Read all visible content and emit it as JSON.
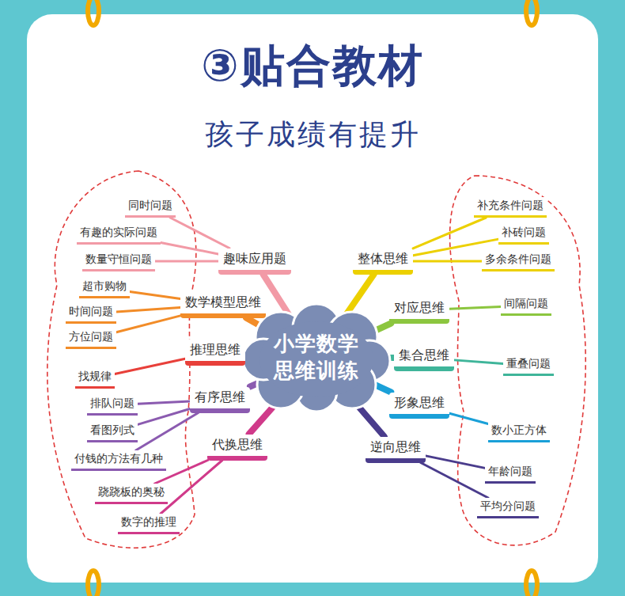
{
  "diagram": {
    "title": "③贴合教材",
    "nodes": [
      {
        "text": [
          "小学数学思维训练"
        ]
      },
      {
        "text": [
          "趣味应用题"
        ]
      },
      {
        "text": [
          "同时问题"
        ]
      },
      {
        "text": [
          "有趣的实际问题"
        ]
      },
      {
        "text": [
          "数量守恒问题"
        ]
      },
      {
        "text": [
          "数学模型思维"
        ]
      },
      {
        "text": [
          "超市购物"
        ]
      },
      {
        "text": [
          "时间问题"
        ]
      },
      {
        "text": [
          "方位问题"
        ]
      },
      {
        "text": [
          "推理思维"
        ]
      },
      {
        "text": [
          "找规律"
        ]
      },
      {
        "text": [
          "有序思维"
        ]
      },
      {
        "text": [
          "排队问题"
        ]
      },
      {
        "text": [
          "看图列式"
        ]
      },
      {
        "text": [
          "付钱的方法有几种"
        ]
      },
      {
        "text": [
          "代换思维"
        ]
      },
      {
        "text": [
          "跷跷板的奥秘"
        ]
      },
      {
        "text": [
          "数字的推理"
        ]
      },
      {
        "text": [
          "整体思维"
        ]
      },
      {
        "text": [
          "补充条件问题"
        ]
      },
      {
        "text": [
          "补砖问题"
        ]
      },
      {
        "text": [
          "多余条件问题"
        ]
      },
      {
        "text": [
          "对应思维"
        ]
      },
      {
        "text": [
          "间隔问题"
        ]
      },
      {
        "text": [
          "集合思维"
        ]
      },
      {
        "text": [
          "重叠问题"
        ]
      },
      {
        "text": [
          "形象思维"
        ]
      },
      {
        "text": [
          "数小正方体"
        ]
      },
      {
        "text": [
          "逆向思维"
        ]
      },
      {
        "text": [
          "年龄问题"
        ]
      },
      {
        "text": [
          "平均分问题"
        ]
      }
    ],
    "edges": [
      {
        "from": 0,
        "to": 1,
        "arrow": "none"
      },
      {
        "from": 1,
        "to": 2,
        "arrow": "none"
      },
      {
        "from": 1,
        "to": 3,
        "arrow": "none"
      },
      {
        "from": 1,
        "to": 4,
        "arrow": "none"
      },
      {
        "from": 0,
        "to": 5,
        "arrow": "none"
      },
      {
        "from": 5,
        "to": 6,
        "arrow": "none"
      },
      {
        "from": 5,
        "to": 7,
        "arrow": "none"
      },
      {
        "from": 5,
        "to": 8,
        "arrow": "none"
      },
      {
        "from": 0,
        "to": 9,
        "arrow": "none"
      },
      {
        "from": 9,
        "to": 10,
        "arrow": "none"
      },
      {
        "from": 0,
        "to": 11,
        "arrow": "none"
      },
      {
        "from": 11,
        "to": 12,
        "arrow": "none"
      },
      {
        "from": 11,
        "to": 13,
        "arrow": "none"
      },
      {
        "from": 11,
        "to": 14,
        "arrow": "none"
      },
      {
        "from": 0,
        "to": 15,
        "arrow": "none"
      },
      {
        "from": 15,
        "to": 16,
        "arrow": "none"
      },
      {
        "from": 15,
        "to": 17,
        "arrow": "none"
      },
      {
        "from": 0,
        "to": 18,
        "arrow": "none"
      },
      {
        "from": 18,
        "to": 19,
        "arrow": "none"
      },
      {
        "from": 18,
        "to": 20,
        "arrow": "none"
      },
      {
        "from": 18,
        "to": 21,
        "arrow": "none"
      },
      {
        "from": 0,
        "to": 22,
        "arrow": "none"
      },
      {
        "from": 22,
        "to": 23,
        "arrow": "none"
      },
      {
        "from": 0,
        "to": 24,
        "arrow": "none"
      },
      {
        "from": 24,
        "to": 25,
        "arrow": "none"
      },
      {
        "from": 0,
        "to": 26,
        "arrow": "none"
      },
      {
        "from": 26,
        "to": 27,
        "arrow": "none"
      },
      {
        "from": 0,
        "to": 28,
        "arrow": "none"
      },
      {
        "from": 28,
        "to": 29,
        "arrow": "none"
      },
      {
        "from": 28,
        "to": 30,
        "arrow": "none"
      }
    ],
    "labels": [
      "孩子成绩有提升"
    ]
  }
}
